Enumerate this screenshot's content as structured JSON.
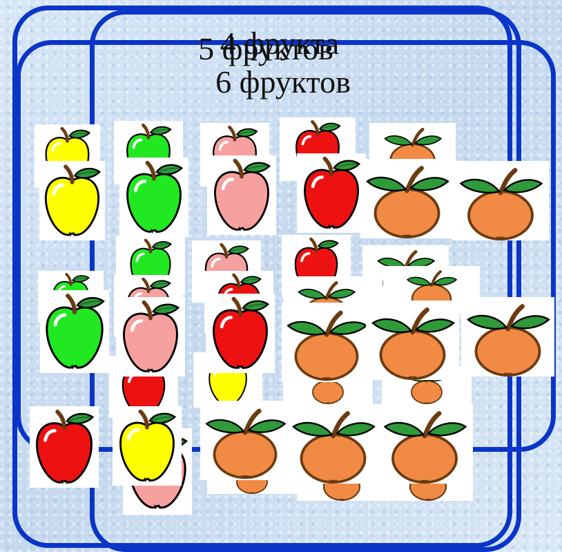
{
  "captions": {
    "five": "5 фруктов",
    "four": "4 фрукта",
    "six": "6 фруктов"
  },
  "colors": {
    "frame": "#0b35c8",
    "apple_yellow": "#ffff00",
    "apple_green": "#22e822",
    "apple_pink": "#f6a0a0",
    "apple_red": "#ee1111",
    "orange": "#f08a45",
    "leaf": "#2e9a3a"
  },
  "icons": [
    "apple-icon",
    "orange-icon"
  ]
}
